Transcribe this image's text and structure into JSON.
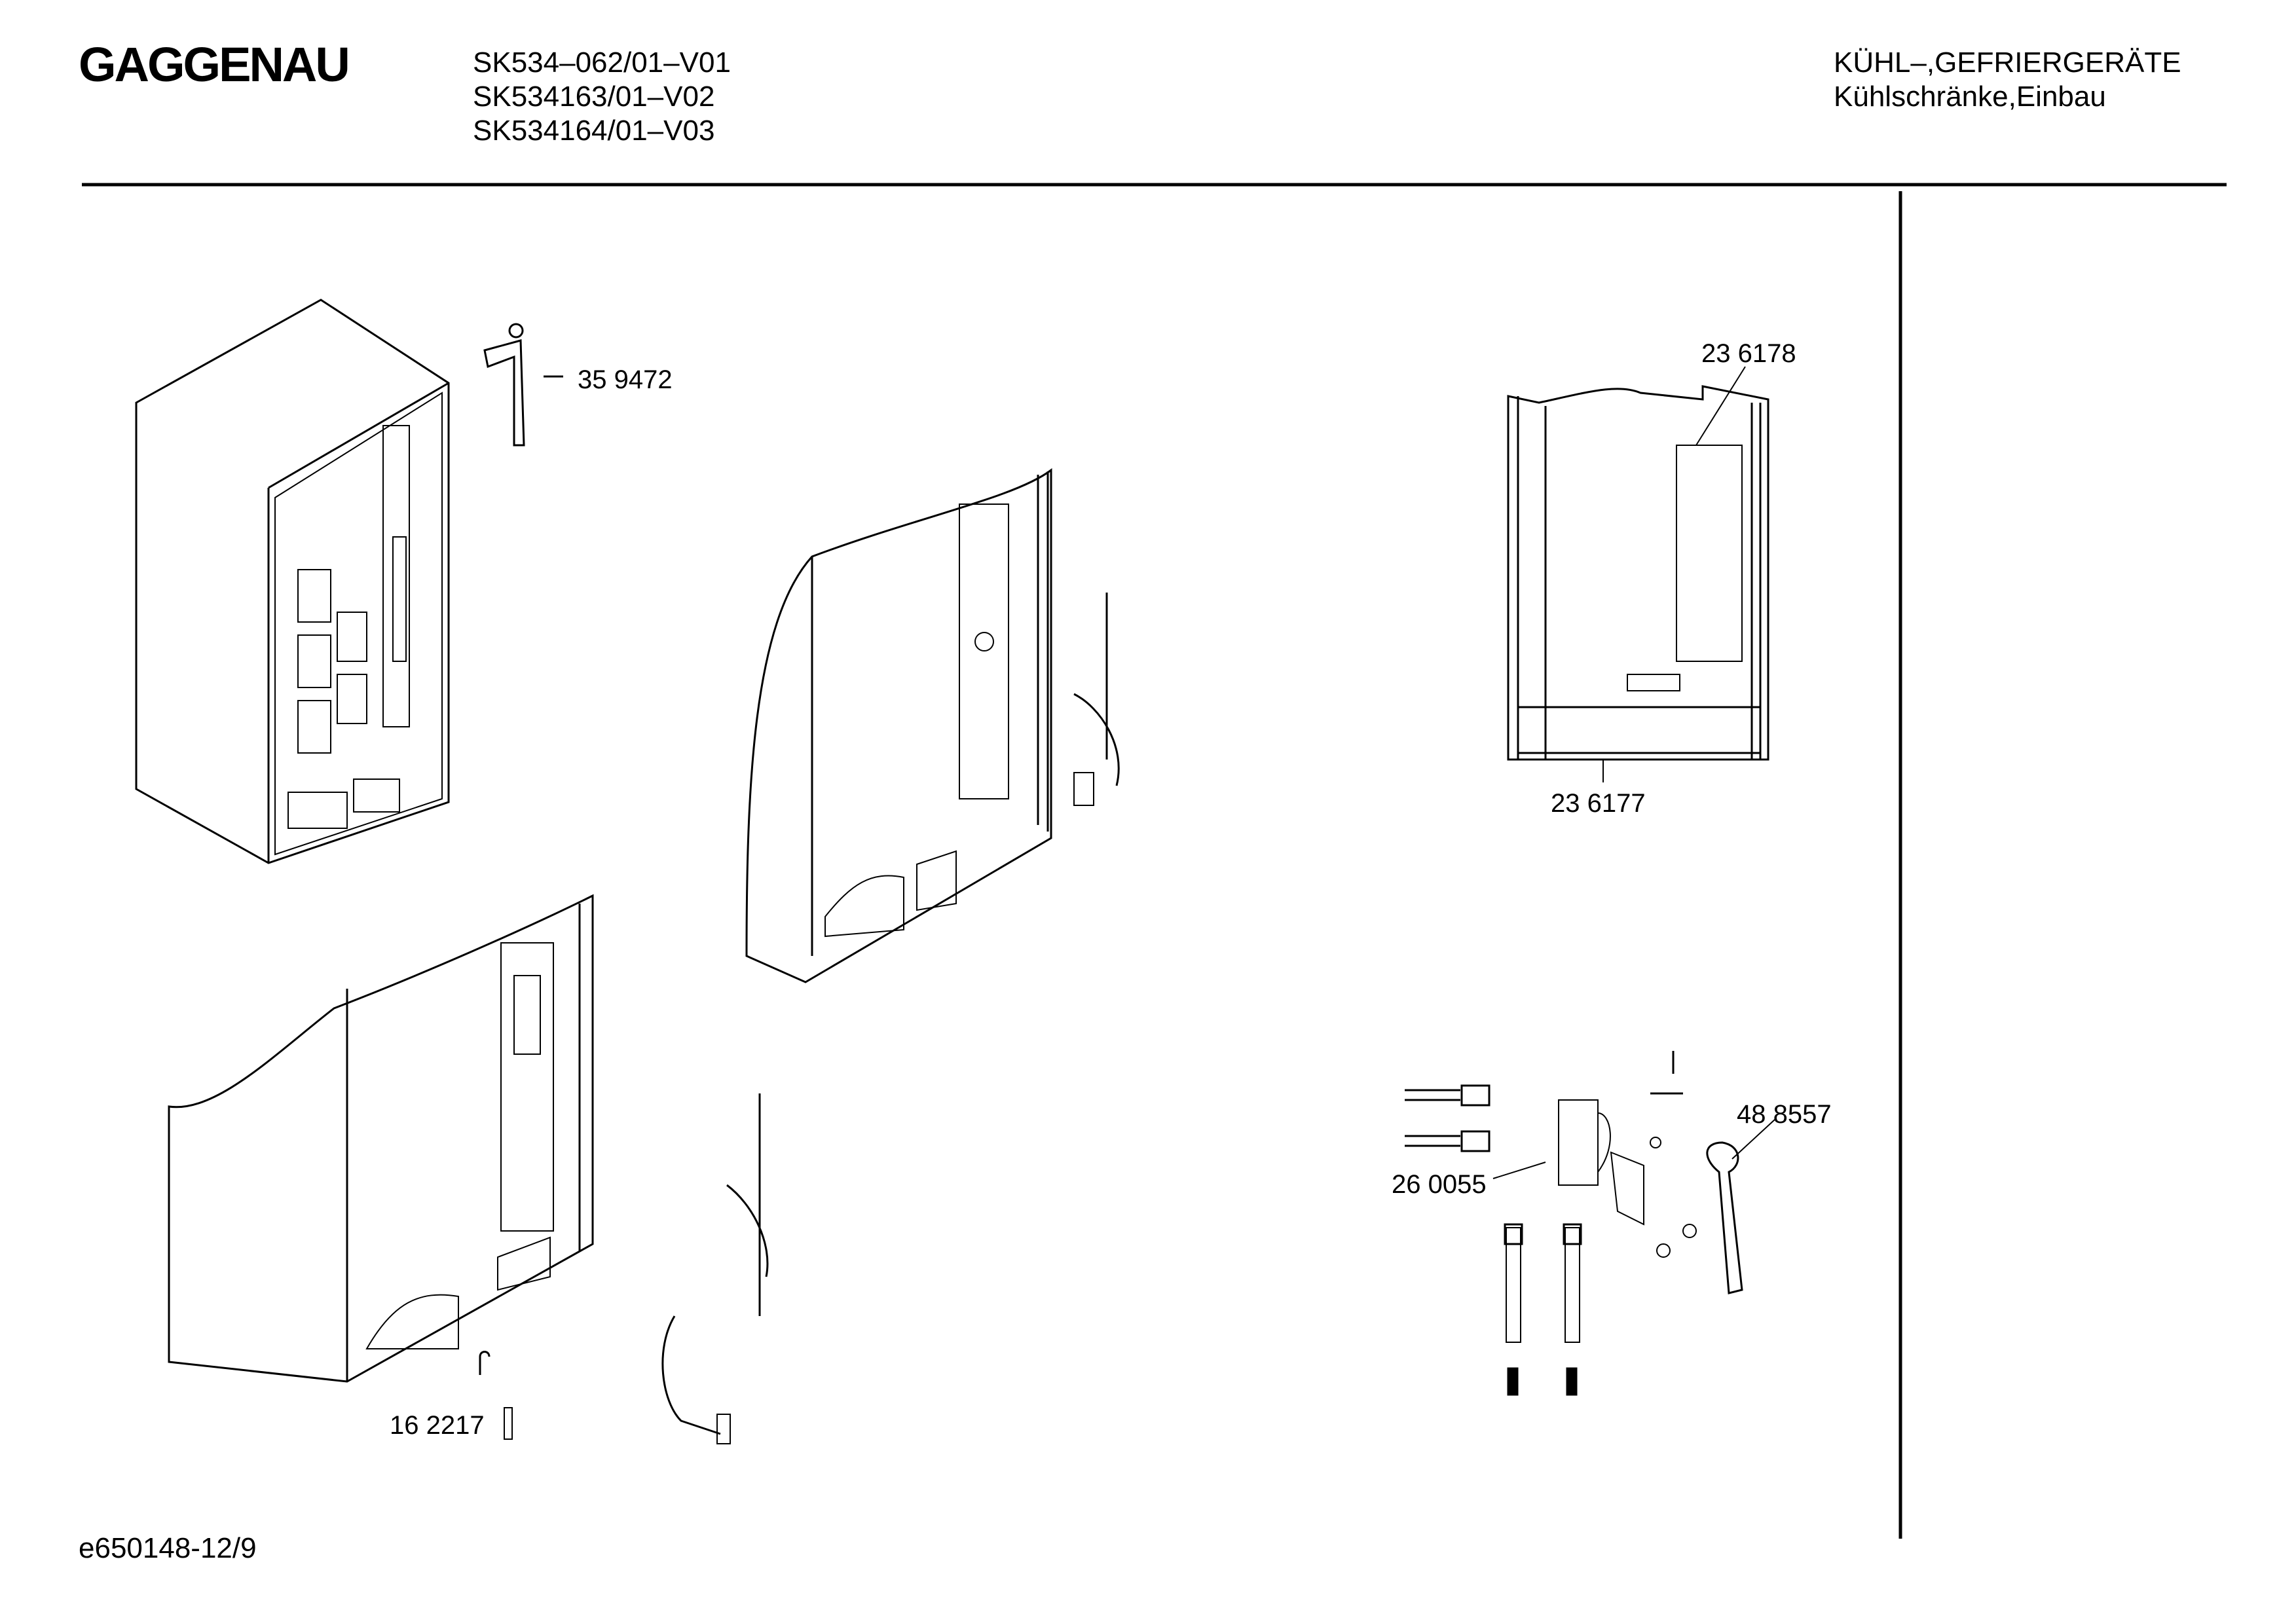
{
  "header": {
    "brand": "GAGGENAU",
    "models": [
      "SK534–062/01–V01",
      "SK534163/01–V02",
      "SK534164/01–V03"
    ],
    "category_line1": "KÜHL–,GEFRIERGERÄTE",
    "category_line2": "Kühlschränke,Einbau"
  },
  "parts": {
    "p359472": "35 9472",
    "p236178": "23 6178",
    "p236177": "23 6177",
    "p488557": "48 8557",
    "p260055": "26 0055",
    "p162217": "16 2217"
  },
  "footer": {
    "drawing_ref": "e650148-12/9"
  }
}
